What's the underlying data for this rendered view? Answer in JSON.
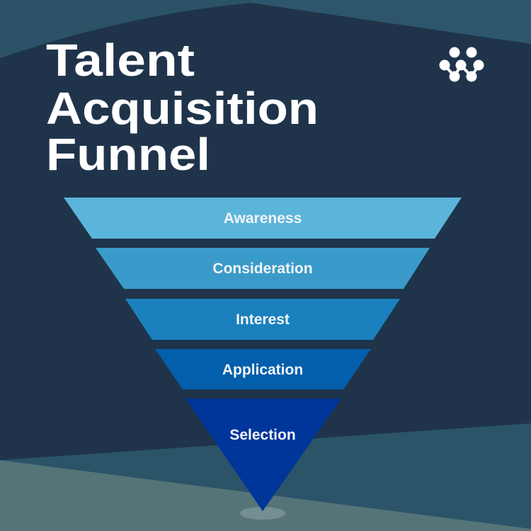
{
  "title_lines": [
    "Talent",
    "Acquisition",
    "Funnel"
  ],
  "logo": {
    "icon": "dots-w-logo-icon"
  },
  "chart_data": {
    "type": "funnel",
    "title": "Talent Acquisition Funnel",
    "stages": [
      {
        "label": "Awareness",
        "color": "#5bb5da"
      },
      {
        "label": "Consideration",
        "color": "#3a9bca"
      },
      {
        "label": "Interest",
        "color": "#1a80bd"
      },
      {
        "label": "Application",
        "color": "#035eab"
      },
      {
        "label": "Selection",
        "color": "#00359a"
      }
    ]
  },
  "colors": {
    "background": "#1f344a",
    "text": "#ffffff"
  }
}
